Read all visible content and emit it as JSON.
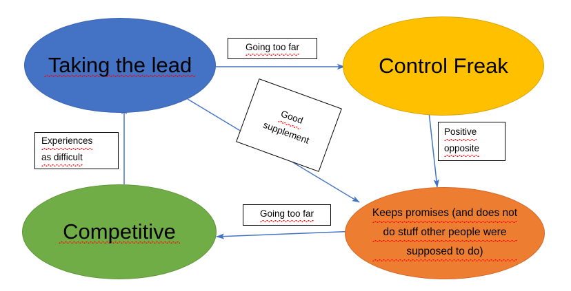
{
  "diagram": {
    "type": "flow-diagram",
    "background_color": "#FFFFFF",
    "nodes": [
      {
        "id": "taking-the-lead",
        "text": "Taking the lead",
        "shape": "ellipse",
        "fill": "#4472C4",
        "stroke": "#3A63AE",
        "text_color": "#000000",
        "spellcheck_underline": true
      },
      {
        "id": "control-freak",
        "text": "Control Freak",
        "shape": "ellipse",
        "fill": "#FFC000",
        "stroke": "#D9A200",
        "text_color": "#000000",
        "spellcheck_underline": false
      },
      {
        "id": "competitive",
        "text": "Competitive",
        "shape": "ellipse",
        "fill": "#70AD47",
        "stroke": "#5F9639",
        "text_color": "#000000",
        "spellcheck_underline": true
      },
      {
        "id": "keeps-promises",
        "text": "Keeps promises (and does not do stuff other people were supposed to do)",
        "shape": "ellipse",
        "fill": "#ED7D31",
        "stroke": "#D2682A",
        "text_color": "#000000",
        "spellcheck_underline": true,
        "lines": [
          "Keeps promises (and does not",
          "do stuff other people were",
          "supposed to do)"
        ]
      }
    ],
    "edges": [
      {
        "id": "edge-lead-to-control",
        "from": "taking-the-lead",
        "to": "control-freak",
        "label": "Going too far",
        "color": "#4472C4"
      },
      {
        "id": "edge-lead-to-keeps",
        "from": "taking-the-lead",
        "to": "keeps-promises",
        "label": "Good supplement",
        "color": "#4472C4"
      },
      {
        "id": "edge-control-to-keeps",
        "from": "control-freak",
        "to": "keeps-promises",
        "label": "Positive opposite",
        "color": "#4472C4"
      },
      {
        "id": "edge-keeps-to-competitive",
        "from": "keeps-promises",
        "to": "competitive",
        "label": "Going too far",
        "color": "#4472C4"
      },
      {
        "id": "edge-competitive-to-lead",
        "from": "competitive",
        "to": "taking-the-lead",
        "label": "Experiences as difficult",
        "color": "#4472C4"
      }
    ],
    "edge_labels": {
      "going_too_far_top": "Going too far",
      "going_too_far_bottom": "Going too far",
      "good_supplement_line1": "Good",
      "good_supplement_line2": "supplement",
      "positive_opposite_line1": "Positive",
      "positive_opposite_line2": "opposite",
      "experiences_line1": "Experiences",
      "experiences_line2": "as difficult"
    },
    "node_labels": {
      "taking_the_lead": "Taking the lead",
      "control_freak": "Control Freak",
      "competitive": "Competitive",
      "keeps_promises_line1": "Keeps promises (and does not",
      "keeps_promises_line2": "do stuff other people were",
      "keeps_promises_line3": "supposed to do)"
    },
    "colors": {
      "blue": "#4472C4",
      "amber": "#FFC000",
      "green": "#70AD47",
      "orange": "#ED7D31",
      "arrow": "#4472C4",
      "spellcheck": "#FF0000",
      "label_border": "#000000"
    }
  }
}
